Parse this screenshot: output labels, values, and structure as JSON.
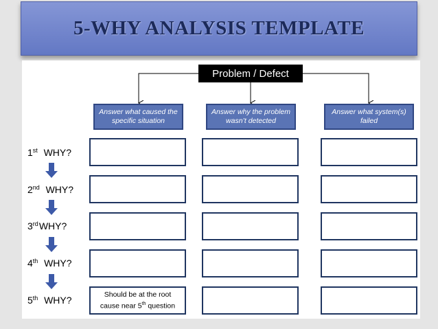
{
  "title": "5-WHY ANALYSIS TEMPLATE",
  "problem_box": "Problem / Defect",
  "columns": [
    {
      "header": "Answer what caused the specific situation"
    },
    {
      "header": "Answer why the problem wasn’t detected"
    },
    {
      "header": "Answer what system(s) failed"
    }
  ],
  "whys": [
    {
      "ordinal": "1",
      "suffix": "st",
      "label": "WHY?"
    },
    {
      "ordinal": "2",
      "suffix": "nd",
      "label": "WHY?"
    },
    {
      "ordinal": "3",
      "suffix": "rd",
      "label": "WHY?"
    },
    {
      "ordinal": "4",
      "suffix": "th",
      "label": "WHY?"
    },
    {
      "ordinal": "5",
      "suffix": "th",
      "label": "WHY?"
    }
  ],
  "root_note": {
    "line1": "Should be at the root",
    "line2_pre": "cause near 5",
    "line2_sup": "th",
    "line2_post": " question"
  },
  "colors": {
    "title_bg": "#6f82cc",
    "header_bg": "#5a74b5",
    "arrow": "#3d5aa8",
    "cell_border": "#1f3560"
  }
}
